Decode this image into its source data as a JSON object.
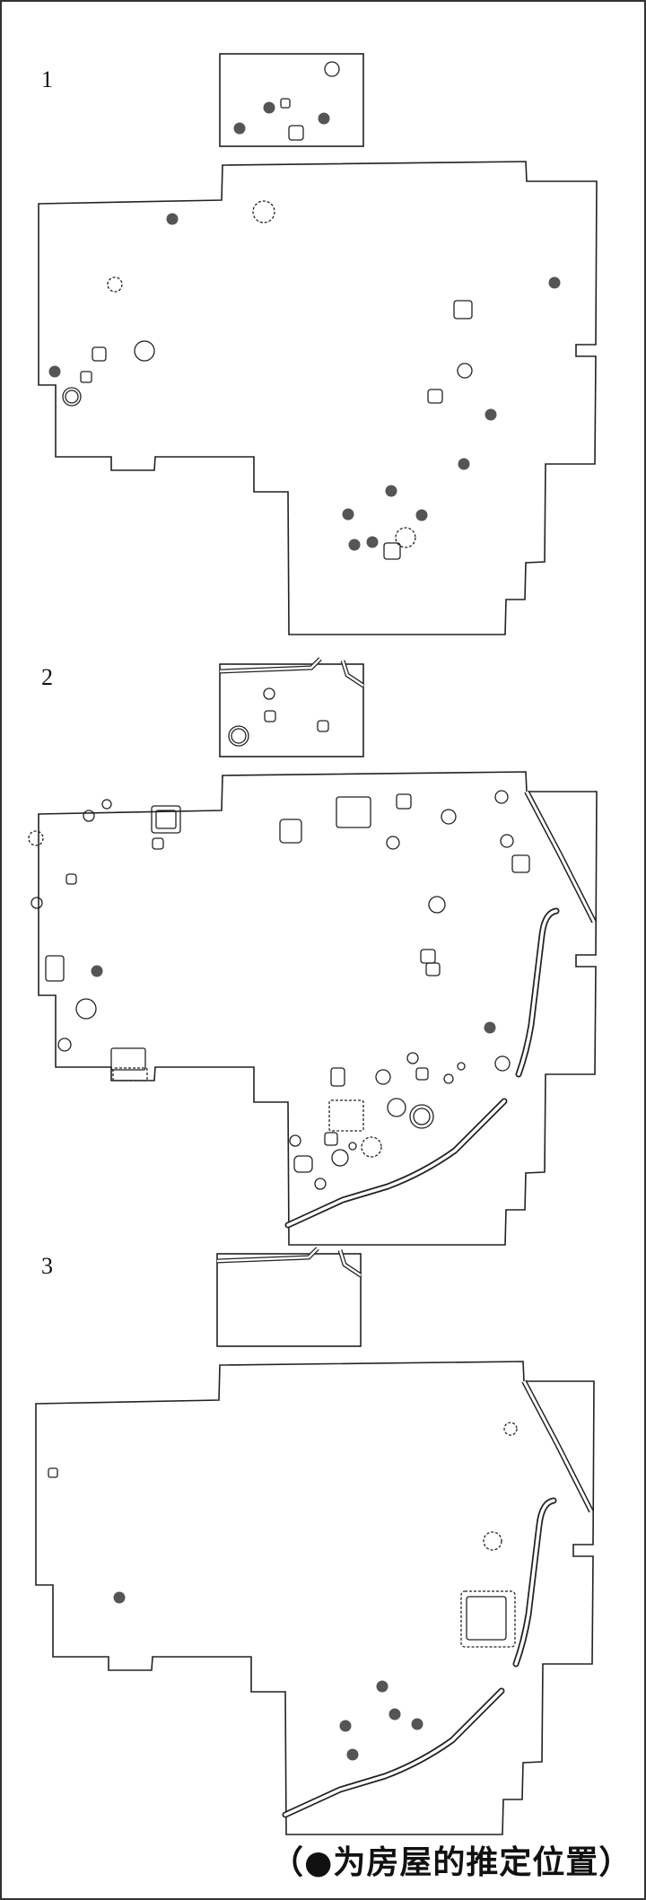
{
  "panels": [
    {
      "label": "1"
    },
    {
      "label": "2"
    },
    {
      "label": "3"
    }
  ],
  "caption": "（●为房屋的推定位置）",
  "colors": {
    "house_marker": "#555555",
    "line": "#222222"
  }
}
